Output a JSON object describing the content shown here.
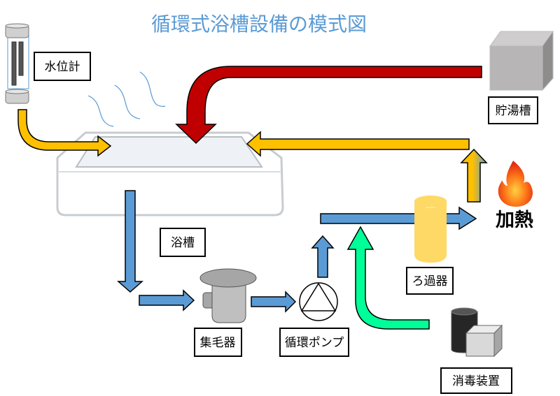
{
  "title": "循環式浴槽設備の模式図",
  "labels": {
    "water_level_gauge": "水位計",
    "hot_water_tank": "貯湯槽",
    "bathtub": "浴槽",
    "hair_catcher": "集毛器",
    "circulation_pump": "循環ポンプ",
    "filter": "ろ過器",
    "heating": "加熱",
    "disinfection_device": "消毒装置"
  },
  "colors": {
    "title": "#5b9bd5",
    "circulation_flow": "#5b9bd5",
    "warm_water_flow": "#ffc000",
    "hot_water_supply": "#c00000",
    "disinfectant_flow": "#00ff99",
    "filter": "#ffd966"
  },
  "icons": [
    "water-level-gauge-icon",
    "bathtub-icon",
    "steam-icon",
    "hot-water-tank-icon",
    "flame-icon",
    "hair-catcher-icon",
    "pump-icon",
    "filter-cylinder-icon",
    "disinfection-device-icon"
  ]
}
